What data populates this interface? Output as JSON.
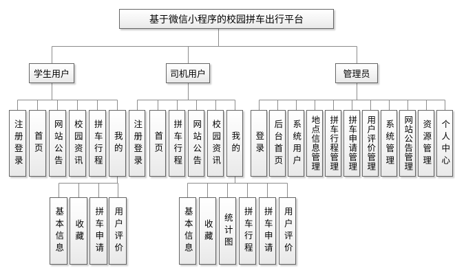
{
  "title": "基于微信小程序的校园拼车出行平台",
  "style": {
    "line_color": "#8a8a8a",
    "box_border_color": "#636363",
    "box_fill_top": "#ffffff",
    "box_fill_bottom": "#e9e9e9"
  },
  "branches": [
    {
      "label": "学生用户",
      "children": [
        "注册登录",
        "首页",
        "网站公告",
        "校园资讯",
        "拼车行程",
        "我的"
      ],
      "my_children": [
        "基本信息",
        "收藏",
        "拼车申请",
        "用户评价"
      ]
    },
    {
      "label": "司机用户",
      "children": [
        "注册登录",
        "首页",
        "拼车行程",
        "网站公告",
        "校园资讯",
        "我的"
      ],
      "my_children": [
        "基本信息",
        "收藏",
        "统计图",
        "拼车行程",
        "拼车申请",
        "用户评价"
      ]
    },
    {
      "label": "管理员",
      "children": [
        "登录",
        "后台首页",
        "系统用户",
        "地点信息管理",
        "拼车行程管理",
        "拼车申请管理",
        "用户评价管理",
        "系统管理",
        "网站公告管理",
        "资源管理",
        "个人中心"
      ]
    }
  ]
}
